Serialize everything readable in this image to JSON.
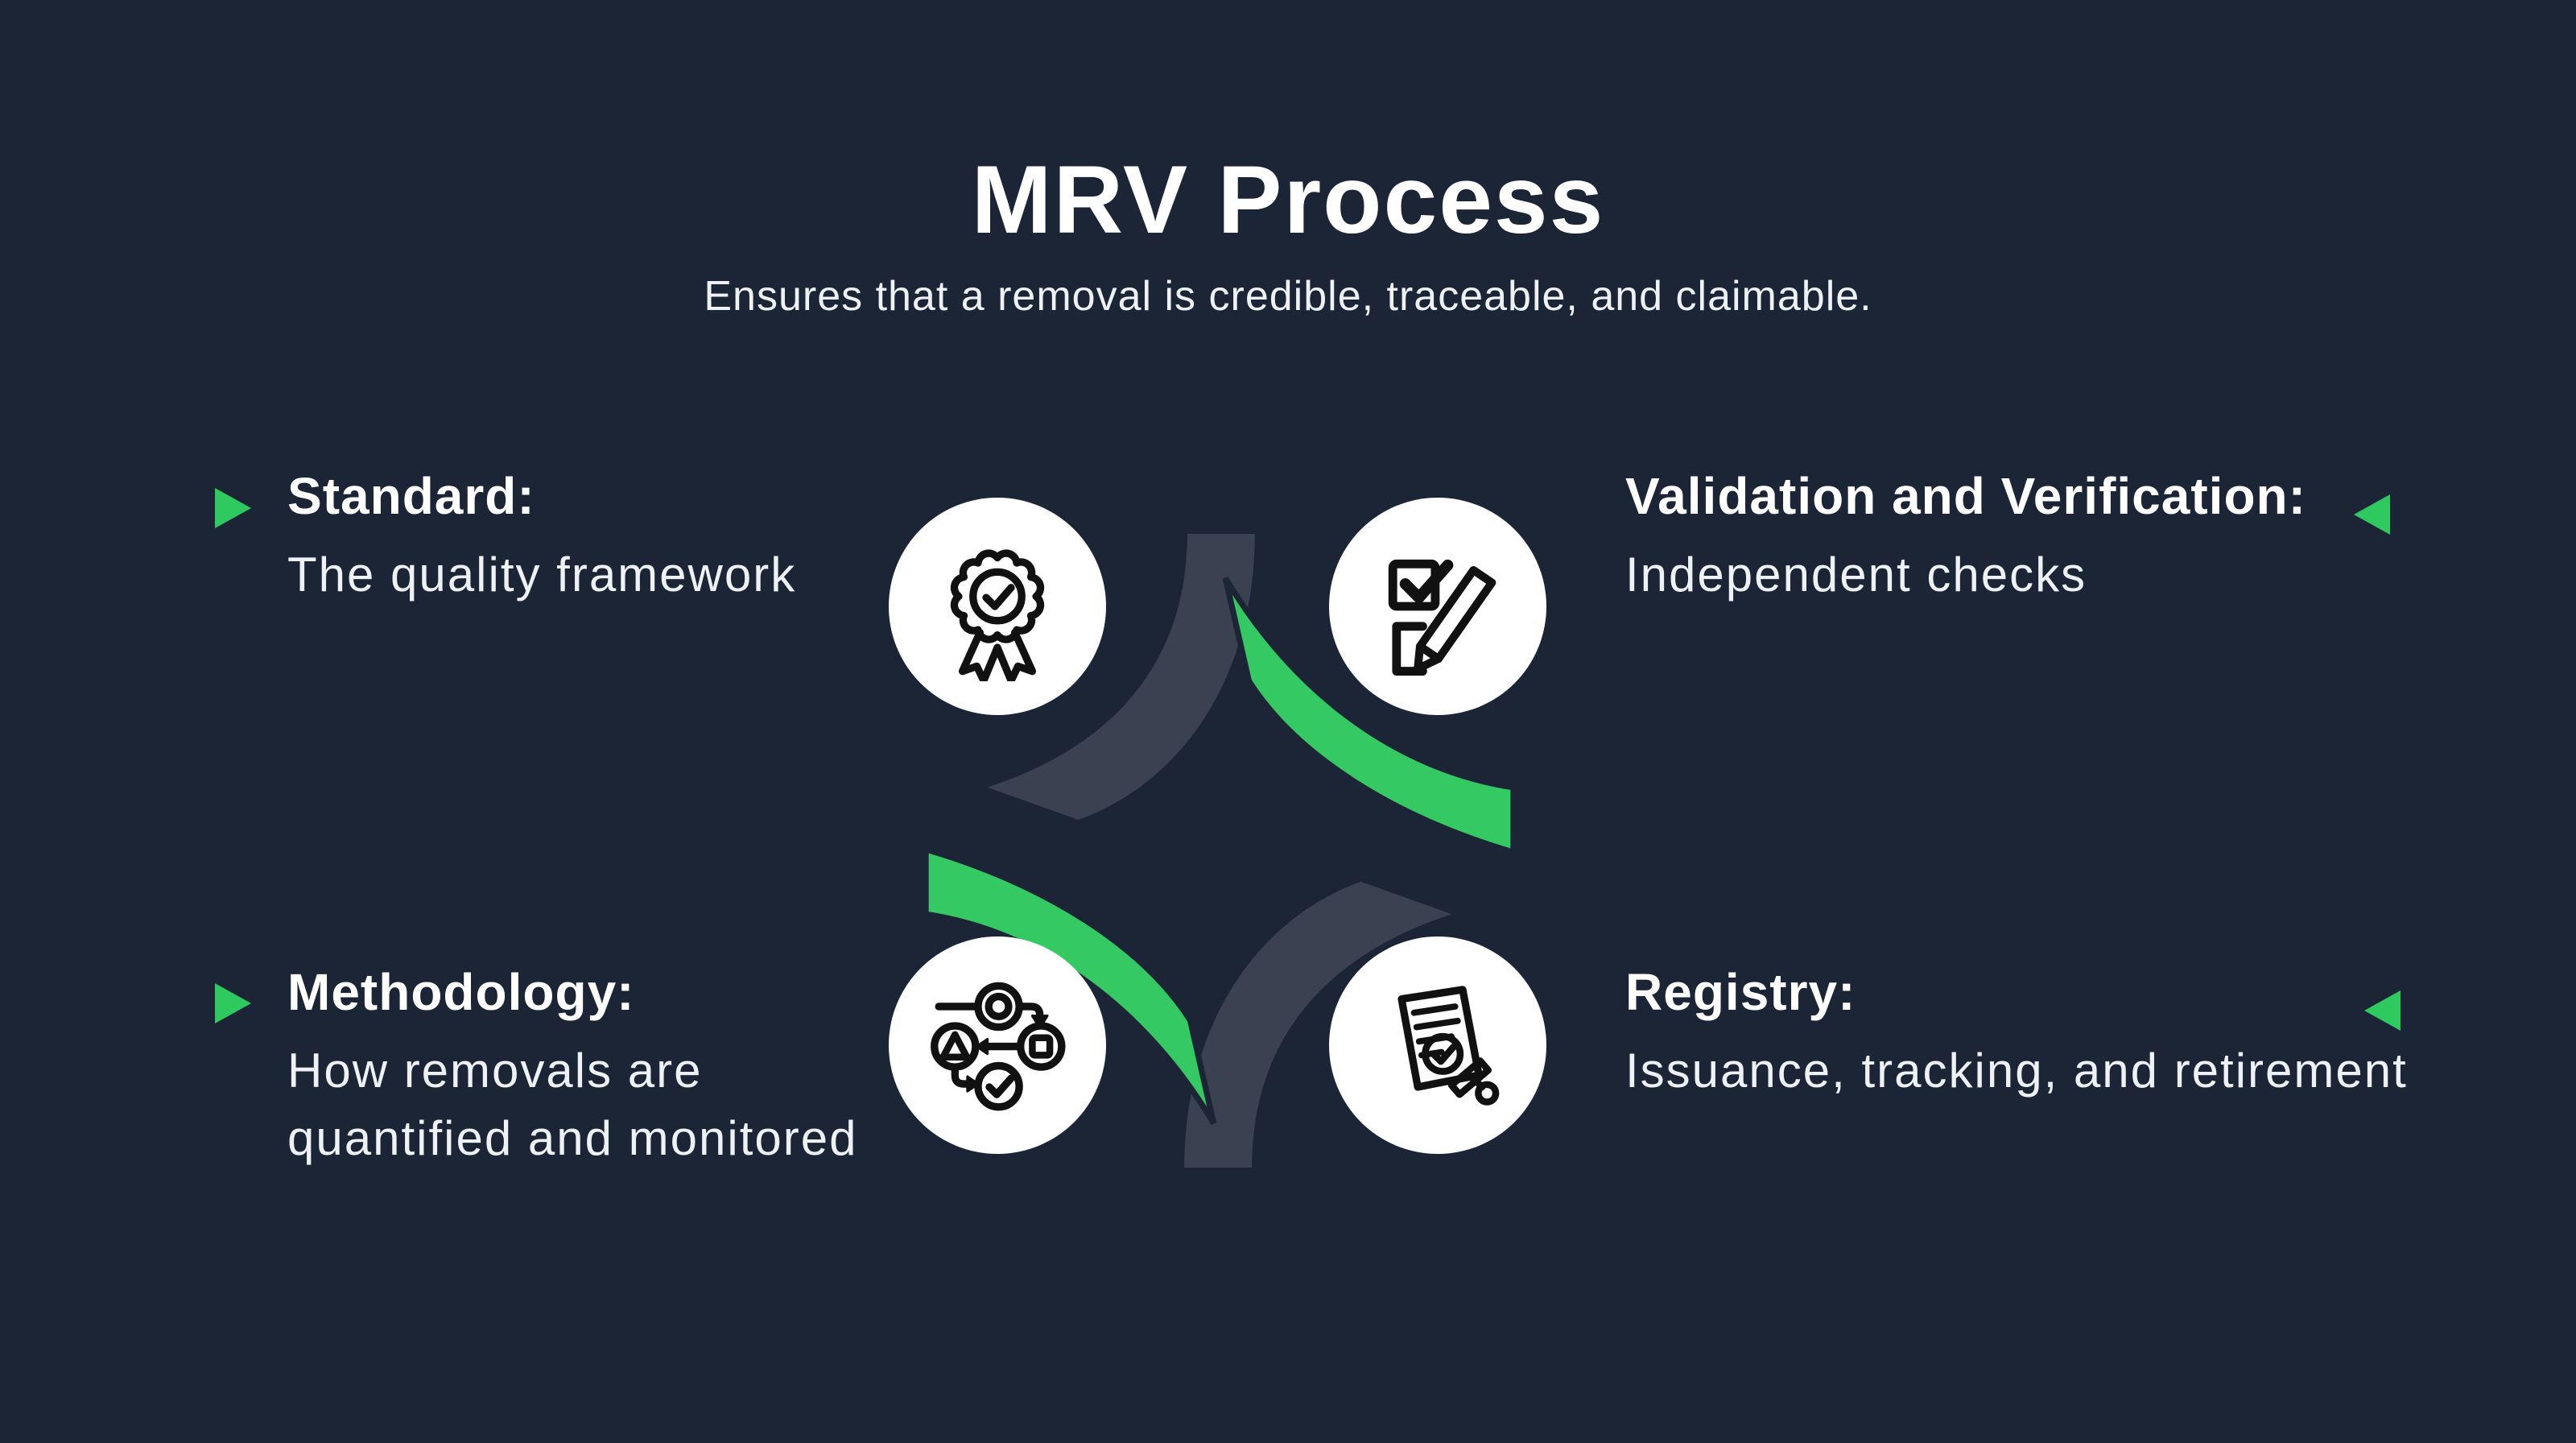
{
  "slide": {
    "title": "MRV Process",
    "subtitle": "Ensures that a removal is credible, traceable, and claimable."
  },
  "quadrants": {
    "top_left": {
      "heading": "Standard:",
      "description": "The quality framework",
      "icon": "award-medal-icon",
      "marker": "triangle-right"
    },
    "top_right": {
      "heading": "Validation and Verification:",
      "description": "Independent checks",
      "icon": "checklist-pencil-icon",
      "marker": "triangle-left"
    },
    "bottom_left": {
      "heading": "Methodology:",
      "description": "How removals are quantified and monitored",
      "icon": "process-workflow-icon",
      "marker": "triangle-right"
    },
    "bottom_right": {
      "heading": "Registry:",
      "description": "Issuance, tracking, and retirement",
      "icon": "certificate-stamp-icon",
      "marker": "triangle-left"
    }
  },
  "colors": {
    "background": "#1c2536",
    "arc_dark": "#3a4251",
    "arc_green": "#35c963",
    "marker_green": "#2ec95f",
    "icon_circle": "#ffffff",
    "icon_ink": "#111111",
    "heading_text": "#ffffff",
    "body_text": "#eef1f5"
  }
}
